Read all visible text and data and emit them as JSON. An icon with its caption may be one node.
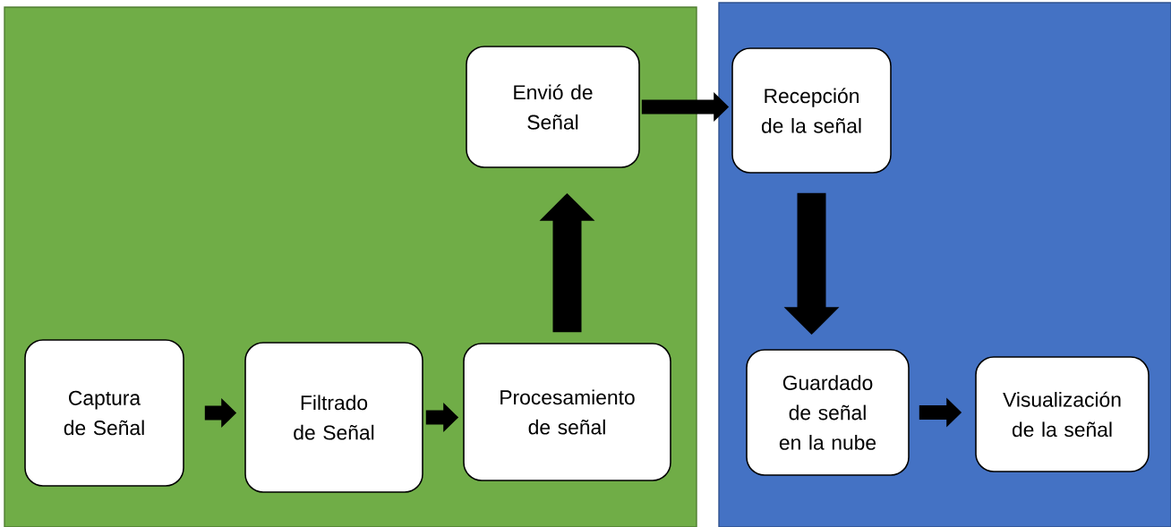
{
  "diagram": {
    "nodes": [
      {
        "text": [],
        "shape": "box"
      },
      {
        "text": [],
        "shape": "box"
      },
      {
        "text": [
          "Captura de Señal"
        ],
        "in": 0
      },
      {
        "text": [
          "Filtrado de Señal"
        ],
        "in": 0
      },
      {
        "text": [
          "Procesamiento de señal"
        ],
        "in": 0
      },
      {
        "text": [
          "Envió de Señal"
        ],
        "in": 0
      },
      {
        "text": [
          "Recepción de la señal"
        ],
        "in": 1
      },
      {
        "text": [
          "Guardado de señal en la nube"
        ],
        "in": 1
      },
      {
        "text": [
          "Visualización de la señal"
        ],
        "in": 1
      }
    ],
    "edges": [
      {
        "from": 2,
        "to": 3,
        "arrow": "to"
      },
      {
        "from": 3,
        "to": 4,
        "arrow": "to"
      },
      {
        "from": 4,
        "to": 5,
        "arrow": "to",
        "style": "thick"
      },
      {
        "from": 5,
        "to": 6,
        "arrow": "to"
      },
      {
        "from": 6,
        "to": 7,
        "arrow": "to",
        "style": "thick"
      },
      {
        "from": 7,
        "to": 8,
        "arrow": "to"
      }
    ]
  }
}
